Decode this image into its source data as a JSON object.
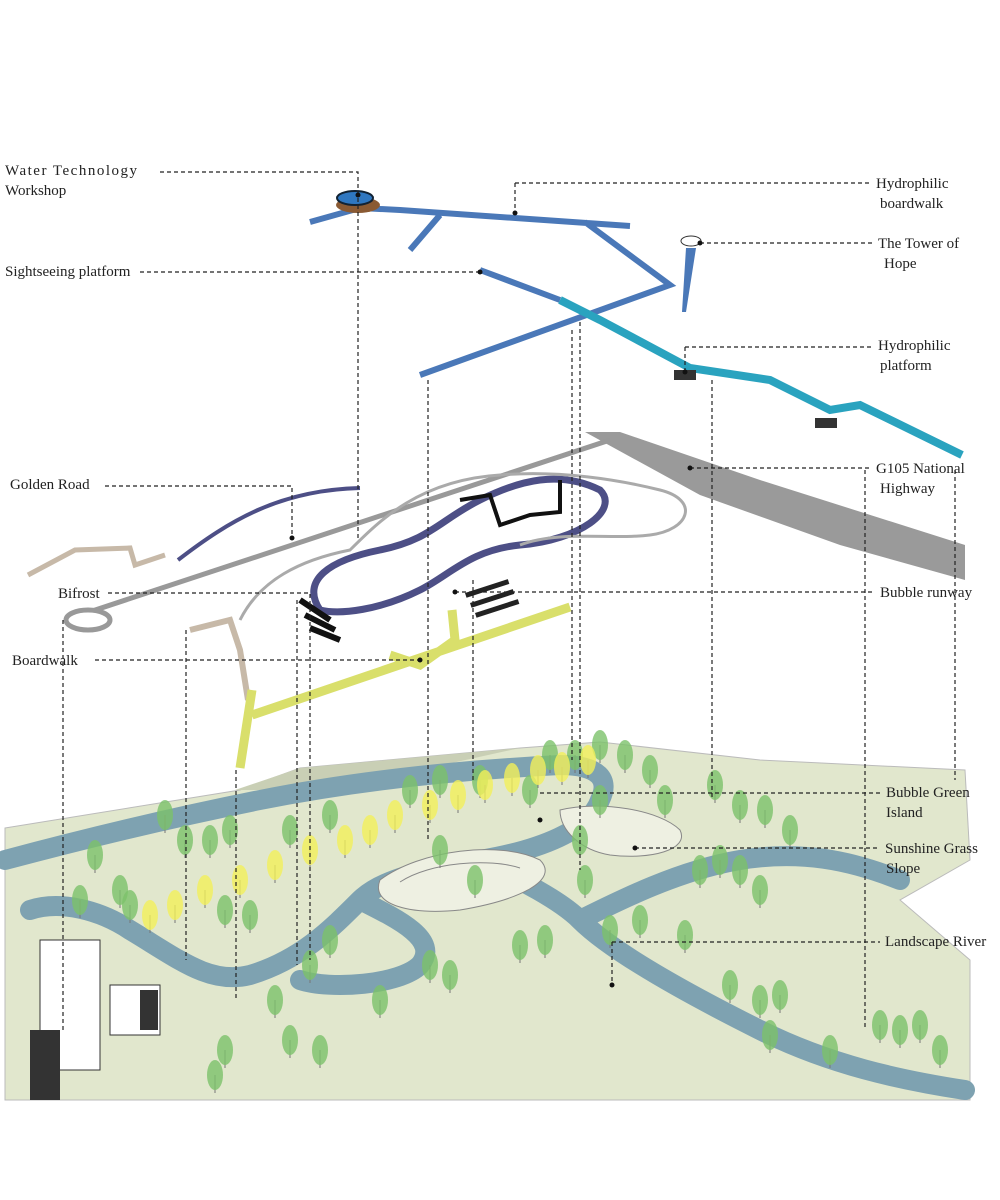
{
  "labels": {
    "water_tech": [
      "Water Technology",
      "Workshop"
    ],
    "hydrophilic_boardwalk": [
      "Hydrophilic",
      "boardwalk"
    ],
    "tower_of_hope": [
      "The Tower of",
      "Hope"
    ],
    "sightseeing_platform": [
      "Sightseeing platform"
    ],
    "hydrophilic_platform": [
      "Hydrophilic",
      "platform"
    ],
    "golden_road": [
      "Golden Road"
    ],
    "g105": [
      "G105 National",
      "Highway"
    ],
    "bifrost": [
      "Bifrost"
    ],
    "bubble_runway": [
      "Bubble runway"
    ],
    "boardwalk": [
      "Boardwalk"
    ],
    "bubble_green_island": [
      "Bubble Green",
      "Island"
    ],
    "sunshine_grass_slope": [
      "Sunshine Grass",
      "Slope"
    ],
    "landscape_river": [
      "Landscape River"
    ]
  },
  "colors": {
    "boardwalk_blue": "#4a78b8",
    "platform_teal": "#2aa3bf",
    "highway_gray": "#9a9a9a",
    "runway_purple": "#4d4f86",
    "yellow_boardwalk": "#d9df6b",
    "ground": "#e1e7cd",
    "river": "#7ea2b1",
    "tree_green": "#7cc26a",
    "tree_yellow": "#f3f05a"
  }
}
